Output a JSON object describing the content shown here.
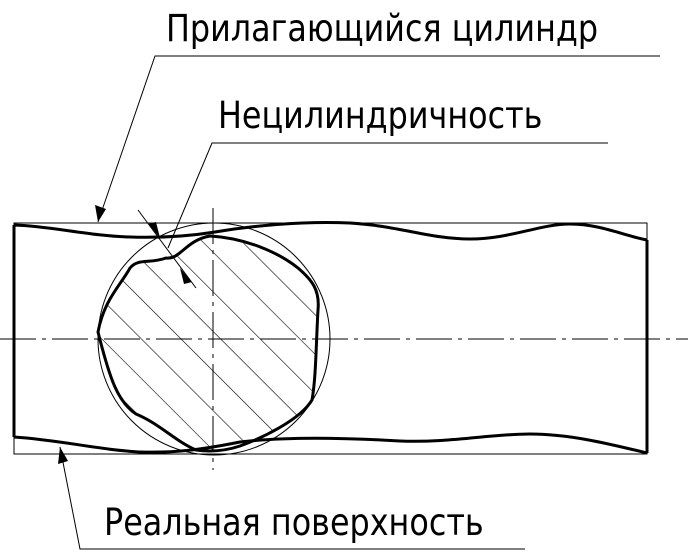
{
  "labels": {
    "adjacent_cylinder": "Прилагающийся цилиндр",
    "non_cylindricity": "Нецилиндричность",
    "real_surface": "Реальная поверхность"
  },
  "colors": {
    "stroke": "#000000",
    "background": "#ffffff"
  }
}
